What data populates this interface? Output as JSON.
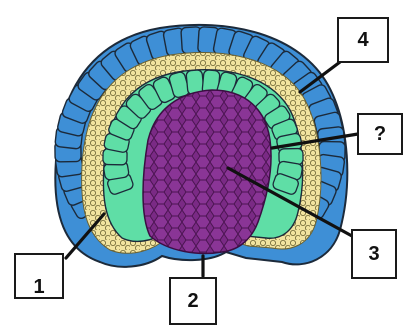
{
  "diagram": {
    "labels": {
      "one": "1",
      "two": "2",
      "three": "3",
      "four": "4",
      "unknown": "?"
    },
    "colors": {
      "outer_layer": "#3e8fd6",
      "middle_layer": "#f2e4a0",
      "inner_layer": "#5fdea6",
      "core": "#7a2a85",
      "outline": "#1c2a3a"
    }
  }
}
